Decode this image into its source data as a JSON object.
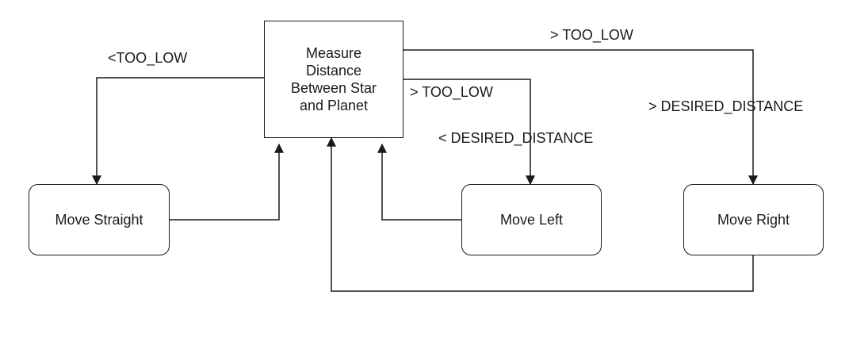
{
  "diagram": {
    "nodes": {
      "measure": "Measure\nDistance\nBetween Star\nand Planet",
      "straight": "Move Straight",
      "left": "Move Left",
      "right": "Move Right"
    },
    "labels": {
      "to_straight": "<TOO_LOW",
      "to_right_low": "> TOO_LOW",
      "to_right_desired": "> DESIRED_DISTANCE",
      "to_left_low": "> TOO_LOW",
      "to_left_desired": "< DESIRED_DISTANCE"
    },
    "colors": {
      "stroke": "#1a1a1a",
      "background": "#ffffff"
    }
  }
}
